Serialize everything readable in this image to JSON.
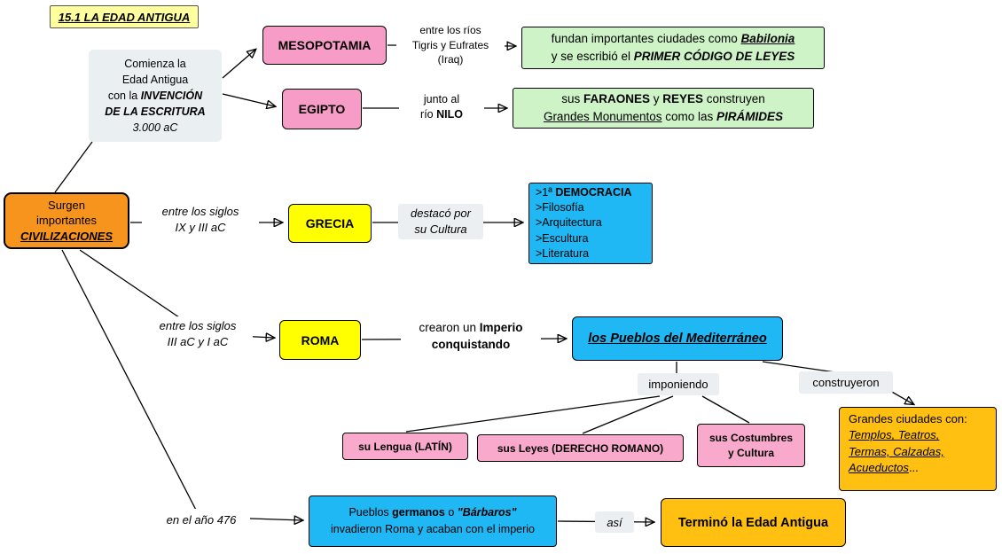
{
  "palette": {
    "pink": "#F79BC7",
    "pink_light": "#F9A9CC",
    "green": "#CDF3C6",
    "yellow": "#FFFF00",
    "cyan": "#1FB7F4",
    "orange": "#F7941E",
    "amber": "#FFC011",
    "label_gray": "#ECEFF1",
    "title_yellow": "#FFFF9E",
    "line_black": "#000000"
  },
  "title": "15.1 LA EDAD ANTIGUA",
  "intro": {
    "l1": "Comienza la",
    "l2": "Edad Antigua",
    "l3a": "con la ",
    "l3b": "INVENCIÓN",
    "l4": "DE LA ESCRITURA",
    "l5": "3.000 aC"
  },
  "root": {
    "l1": "Surgen",
    "l2": "importantes",
    "l3": "CIVILIZACIONES"
  },
  "mesopotamia": {
    "name": "MESOPOTAMIA",
    "edge": {
      "l1": "entre los ríos",
      "l2": "Tigris y Eufrates",
      "l3": "(Iraq)"
    },
    "result": {
      "l1a": "fundan importantes ciudades como ",
      "l1b": "Babilonia",
      "l2a": "y se escribió el ",
      "l2b": "PRIMER CÓDIGO DE LEYES"
    }
  },
  "egipto": {
    "name": "EGIPTO",
    "edge": {
      "l1": "junto al",
      "l2a": "río ",
      "l2b": "NILO"
    },
    "result": {
      "l1a": "sus ",
      "l1b": "FARAONES",
      "l1c": " y ",
      "l1d": "REYES",
      "l1e": " construyen",
      "l2a": "Grandes Monumentos",
      "l2b": " como las ",
      "l2c": "PIRÁMIDES"
    }
  },
  "grecia": {
    "edge": {
      "l1": "entre los siglos",
      "l2": "IX y III aC"
    },
    "name": "GRECIA",
    "mid": {
      "l1": "destacó por",
      "l2": "su Cultura"
    },
    "result": {
      "i1a": ">1ª ",
      "i1b": "DEMOCRACIA",
      "i2": ">Filosofía",
      "i3": ">Arquitectura",
      "i4": ">Escultura",
      "i5": ">Literatura"
    }
  },
  "roma": {
    "edge": {
      "l1": "entre los siglos",
      "l2": "III aC y I aC"
    },
    "name": "ROMA",
    "mid": {
      "l1a": "crearon un ",
      "l1b": "Imperio",
      "l2": "conquistando"
    },
    "result": "los Pueblos del Mediterráneo",
    "imponiendo": "imponiendo",
    "construyeron": "construyeron",
    "latin": "su Lengua (LATÍN)",
    "leyes": "sus Leyes (DERECHO ROMANO)",
    "costumbres": {
      "l1": "sus Costumbres",
      "l2": "y Cultura"
    },
    "ciudades": {
      "header": "Grandes ciudades con:",
      "i1": "Templos, Teatros,",
      "i2": "Termas, Calzadas,",
      "i3": "Acueductos",
      "ellipsis": "..."
    }
  },
  "fin": {
    "edge": "en el año 476",
    "box": {
      "l1a": "Pueblos ",
      "l1b": "germanos",
      "l1c": " o ",
      "l1d": "\"Bárbaros\"",
      "l2": "invadieron Roma y acaban con el imperio"
    },
    "asi": "así",
    "result": "Terminó la Edad Antigua"
  }
}
